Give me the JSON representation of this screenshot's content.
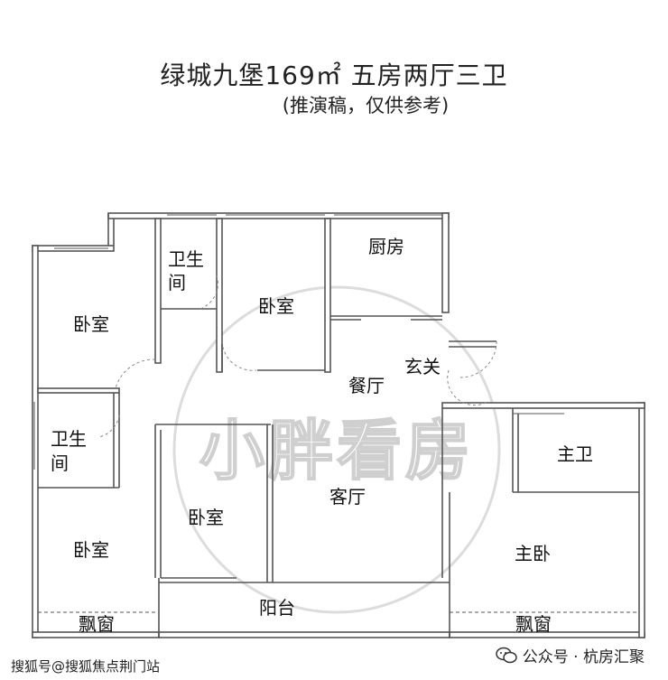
{
  "title": "绿城九堡169㎡ 五房两厅三卫",
  "subtitle": "(推演稿，仅供参考)",
  "rooms": {
    "bedroom_nw": "卧室",
    "bath_n_line1": "卫生",
    "bath_n_line2": "间",
    "bedroom_n": "卧室",
    "kitchen": "厨房",
    "foyer": "玄关",
    "dining": "餐厅",
    "bath_w_line1": "卫生",
    "bath_w_line2": "间",
    "bedroom_c": "卧室",
    "living": "客厅",
    "master_bath": "主卫",
    "bedroom_sw": "卧室",
    "master_bedroom": "主卧",
    "balcony": "阳台",
    "bay_window_left": "飘窗",
    "bay_window_right": "飘窗"
  },
  "watermark": "小胖看房",
  "footer": {
    "left": "搜狐号@搜狐焦点荆门站",
    "right": "公众号 · 杭房汇聚"
  }
}
